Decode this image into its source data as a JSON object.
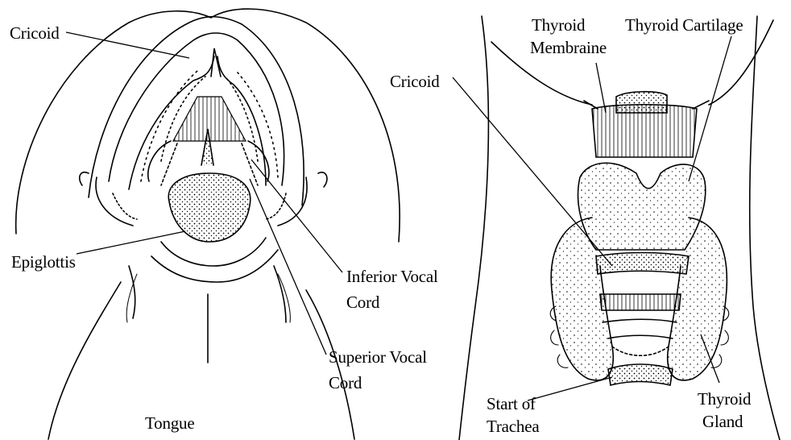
{
  "left_view": {
    "labels": {
      "cricoid": "Cricoid",
      "epiglottis": "Epiglottis",
      "inferior_vocal_cord": [
        "Inferior Vocal",
        "Cord"
      ],
      "superior_vocal_cord": [
        "Superior Vocal",
        "Cord"
      ],
      "tongue": "Tongue"
    }
  },
  "right_view": {
    "labels": {
      "thyroid_membrane": [
        "Thyroid",
        "Membraine"
      ],
      "thyroid_cartilage": "Thyroid Cartilage",
      "cricoid": "Cricoid",
      "start_of_trachea": [
        "Start of",
        "Trachea"
      ],
      "thyroid_gland": [
        "Thyroid",
        "Gland"
      ]
    }
  },
  "colors": {
    "ink": "#000000",
    "background": "#ffffff"
  }
}
